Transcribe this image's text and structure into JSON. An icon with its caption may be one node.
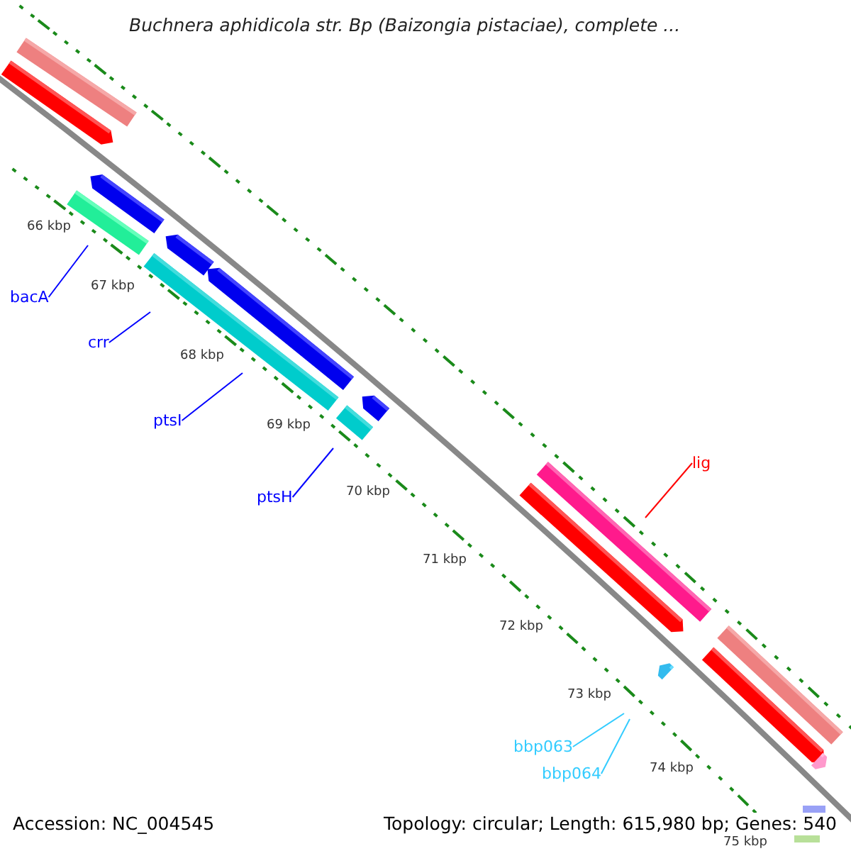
{
  "diagram": {
    "title": "Buchnera aphidicola str. Bp (Baizongia pistaciae), complete ...",
    "nodes": [
      {
        "text": [
          "bacA"
        ]
      },
      {
        "text": [
          "crr"
        ]
      },
      {
        "text": [
          "ptsI"
        ]
      },
      {
        "text": [
          "ptsH"
        ]
      },
      {
        "text": [
          "lig"
        ]
      },
      {
        "text": [
          "bbp063"
        ]
      },
      {
        "text": [
          "bbp064"
        ]
      }
    ],
    "edges": [
      {
        "from": 0,
        "to": null,
        "arrow": "none"
      },
      {
        "from": 1,
        "to": null,
        "arrow": "none"
      },
      {
        "from": 2,
        "to": null,
        "arrow": "none"
      },
      {
        "from": 3,
        "to": null,
        "arrow": "none"
      },
      {
        "from": 4,
        "to": null,
        "arrow": "none",
        "color": "#ff0000"
      },
      {
        "from": 5,
        "to": null,
        "arrow": "none",
        "color": "#33ccff"
      },
      {
        "from": 6,
        "to": null,
        "arrow": "none",
        "color": "#33ccff"
      }
    ],
    "labels": [
      "66 kbp",
      "67 kbp",
      "68 kbp",
      "69 kbp",
      "70 kbp",
      "71 kbp",
      "72 kbp",
      "73 kbp",
      "74 kbp",
      "75 kbp",
      "Accession: NC_004545",
      "Topology: circular; Length: 615,980 bp; Genes: 540"
    ]
  }
}
